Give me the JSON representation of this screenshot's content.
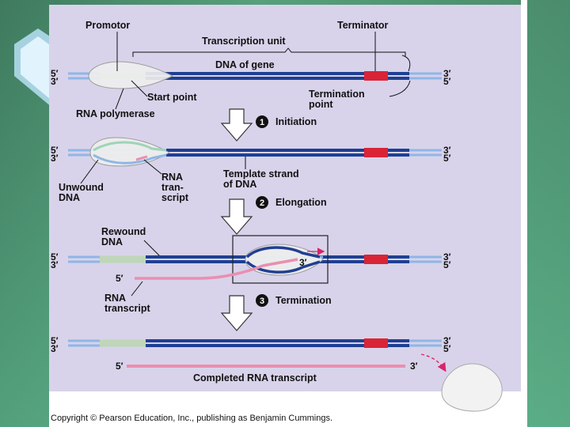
{
  "labels": {
    "promotor": "Promotor",
    "terminator": "Terminator",
    "transcription_unit": "Transcription unit",
    "dna_of_gene": "DNA of gene",
    "start_point": "Start point",
    "termination_point_1": "Termination",
    "termination_point_2": "point",
    "rna_polymerase": "RNA polymerase",
    "unwound_1": "Unwound",
    "unwound_2": "DNA",
    "rna_tran_1": "RNA",
    "rna_tran_2": "tran-",
    "rna_tran_3": "script",
    "template_1": "Template strand",
    "template_2": "of DNA",
    "rewound_1": "Rewound",
    "rewound_2": "DNA",
    "rna_transcript_1": "RNA",
    "rna_transcript_2": "transcript",
    "completed": "Completed RNA transcript",
    "five_prime": "5′",
    "three_prime": "3′"
  },
  "steps": [
    {
      "number": "1",
      "label": "Initiation"
    },
    {
      "number": "2",
      "label": "Elongation"
    },
    {
      "number": "3",
      "label": "Termination"
    }
  ],
  "copyright": "Copyright © Pearson Education, Inc., publishing as Benjamin Cummings.",
  "colors": {
    "dna_dark": "#1f3f93",
    "dna_light": "#8fb6e6",
    "promoter": "#bfd6b8",
    "terminator": "#d92436",
    "rna": "#e98fb0",
    "panel": "#d8d3ea"
  }
}
